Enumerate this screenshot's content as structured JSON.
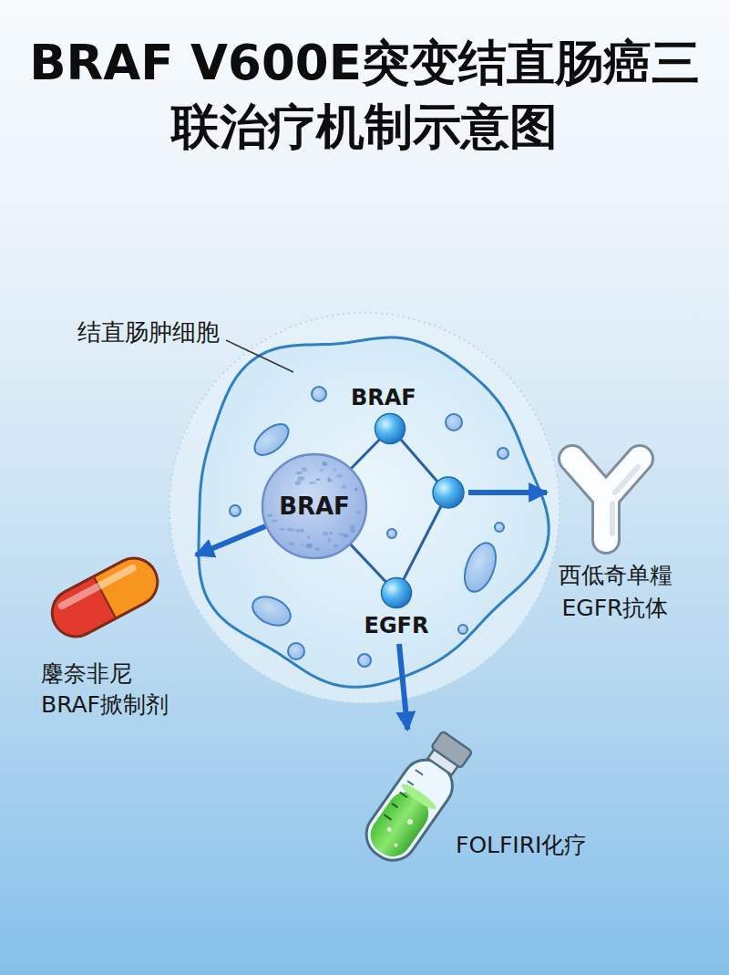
{
  "diagram": {
    "title": "BRAF V600E突变结直肠癌三 联治疗机制示意图",
    "nodes": [
      {
        "text": [
          "结直肠肿细胞"
        ]
      },
      {
        "text": [
          "BRAF"
        ],
        "in": 0
      },
      {
        "text": [
          "BRAF"
        ],
        "in": 0
      },
      {
        "text": [
          "EGFR"
        ],
        "in": 0
      },
      {
        "text": [
          "麐奈非尼 BRAF掀制剂"
        ]
      },
      {
        "text": [
          "西低奇单糧 EGFR抗体"
        ]
      },
      {
        "text": [
          "FOLFIRI化疗"
        ]
      }
    ],
    "edges": [
      {
        "from": 1,
        "to": 2,
        "arrow": "none"
      },
      {
        "from": 1,
        "to": 3,
        "arrow": "none"
      },
      {
        "from": 1,
        "to": 4,
        "arrow": "to"
      },
      {
        "from": 0,
        "to": 5,
        "arrow": "to"
      },
      {
        "from": 3,
        "to": 6,
        "arrow": "to"
      }
    ]
  }
}
